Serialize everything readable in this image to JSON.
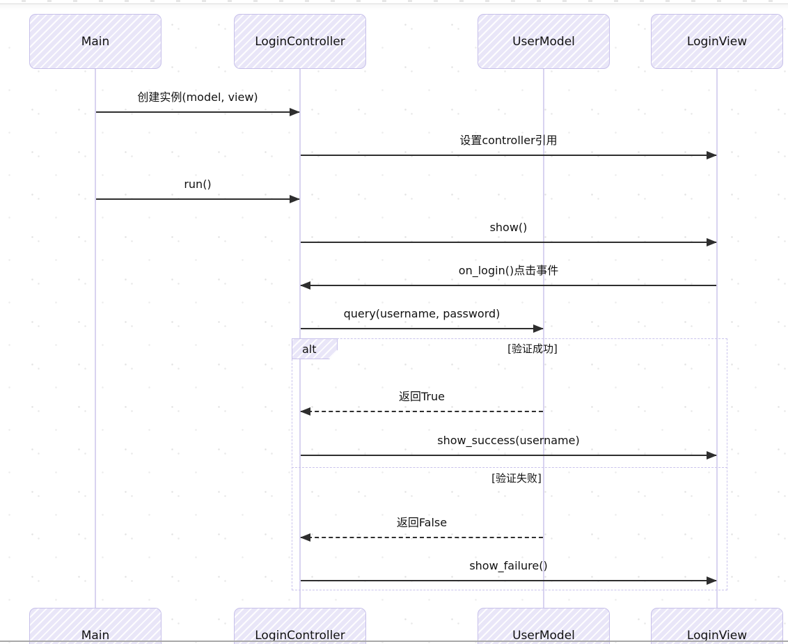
{
  "diagram": {
    "type": "uml-sequence",
    "participants": [
      {
        "name": "Main"
      },
      {
        "name": "LoginController"
      },
      {
        "name": "UserModel"
      },
      {
        "name": "LoginView"
      }
    ],
    "messages": [
      {
        "from": "Main",
        "to": "LoginController",
        "label": "创建实例(model, view)",
        "line": "solid"
      },
      {
        "from": "LoginController",
        "to": "LoginView",
        "label": "设置controller引用",
        "line": "solid"
      },
      {
        "from": "Main",
        "to": "LoginController",
        "label": "run()",
        "line": "solid"
      },
      {
        "from": "LoginController",
        "to": "LoginView",
        "label": "show()",
        "line": "solid"
      },
      {
        "from": "LoginView",
        "to": "LoginController",
        "label": "on_login()点击事件",
        "line": "solid"
      },
      {
        "from": "LoginController",
        "to": "UserModel",
        "label": "query(username, password)",
        "line": "solid"
      },
      {
        "from": "UserModel",
        "to": "LoginController",
        "label": "返回True",
        "line": "dashed"
      },
      {
        "from": "LoginController",
        "to": "LoginView",
        "label": "show_success(username)",
        "line": "solid"
      },
      {
        "from": "UserModel",
        "to": "LoginController",
        "label": "返回False",
        "line": "dashed"
      },
      {
        "from": "LoginController",
        "to": "LoginView",
        "label": "show_failure()",
        "line": "solid"
      }
    ],
    "alt_frame": {
      "label": "alt",
      "conditions": [
        "[验证成功]",
        "[验证失败]"
      ]
    },
    "colors": {
      "actor_fill": "#e9e6f8",
      "actor_border": "#c7c0ea",
      "lifeline": "#d8d3f0",
      "frame_border": "#c9c3ec",
      "arrow": "#2e2e2e",
      "text": "#111111"
    }
  }
}
